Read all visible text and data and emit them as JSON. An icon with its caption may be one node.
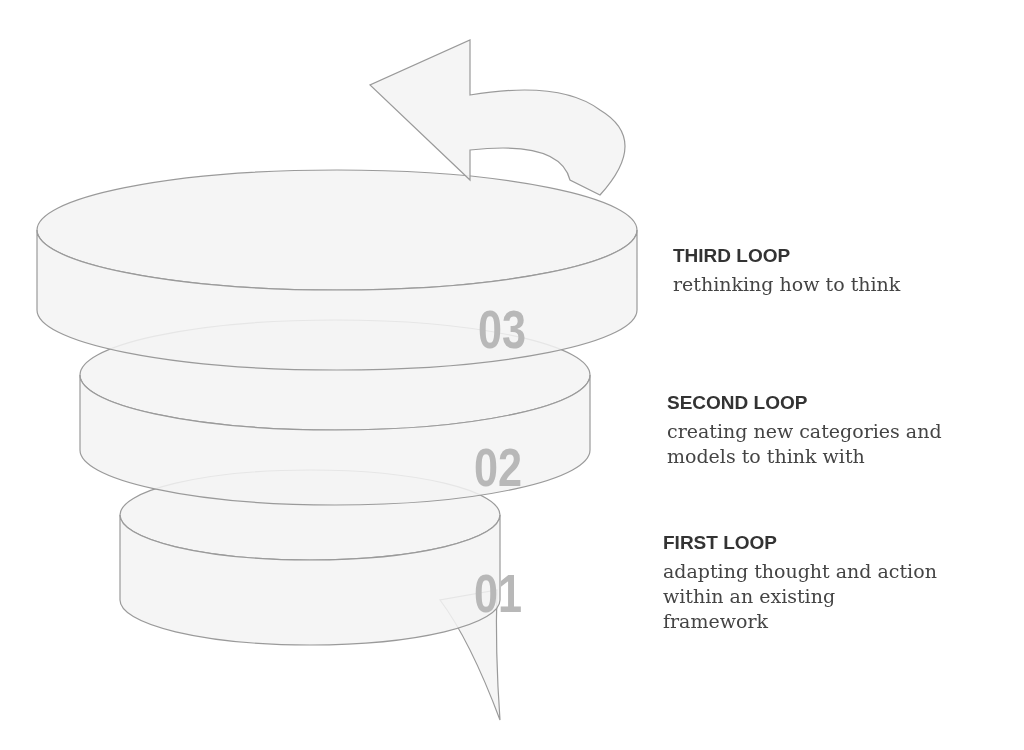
{
  "diagram": {
    "labels": [
      "03",
      "THIRD LOOP",
      "rethinking how to think",
      "02",
      "SECOND LOOP",
      "creating new categories and models to think with",
      "01",
      "FIRST LOOP",
      "adapting thought and action within an existing framework"
    ]
  }
}
